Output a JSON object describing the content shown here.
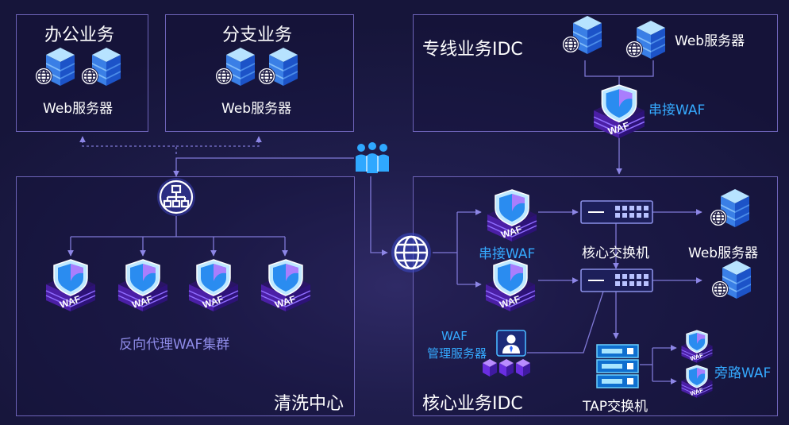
{
  "panels": {
    "office": {
      "title": "办公业务",
      "server_label": "Web服务器"
    },
    "branch": {
      "title": "分支业务",
      "server_label": "Web服务器"
    },
    "scrubbing": {
      "title": "清洗中心",
      "cluster_label": "反向代理WAF集群"
    },
    "dedicated_idc": {
      "title": "专线业务IDC",
      "server_label": "Web服务器",
      "waf_label": "串接WAF"
    },
    "core_idc": {
      "title": "核心业务IDC",
      "inline_waf_label": "串接WAF",
      "core_switch_label": "核心交换机",
      "server_label": "Web服务器",
      "mgmt_label_line1": "WAF",
      "mgmt_label_line2": "管理服务器",
      "tap_switch_label": "TAP交换机",
      "bypass_waf_label": "旁路WAF"
    }
  },
  "waf_badge": "WAF",
  "icons": [
    "server-stack-icon",
    "globe-icon",
    "waf-shield-icon",
    "network-hierarchy-icon",
    "users-group-icon",
    "switch-icon",
    "tap-switch-icon",
    "admin-icon"
  ],
  "colors": {
    "background": "#1b1a44",
    "panel_border": "#6d63b8",
    "line": "#7f78d6",
    "accent_blue": "#35aaff",
    "waf_purple": "#3d1c7c",
    "server_blue": "#3a8fff"
  }
}
